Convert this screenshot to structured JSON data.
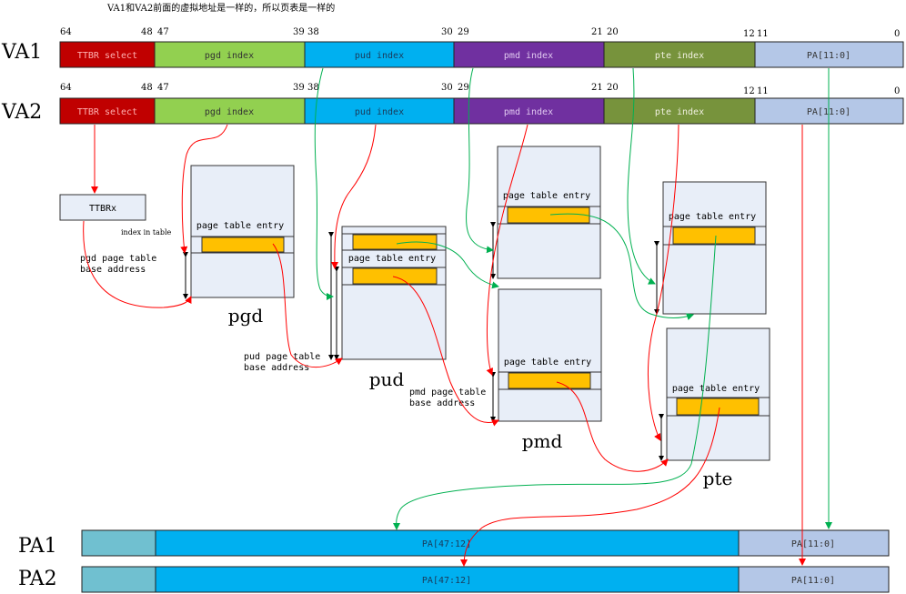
{
  "caption": "VA1和VA2前面的虚拟地址是一样的，所以页表是一样的",
  "va_rows": [
    {
      "name": "VA1",
      "cells": [
        "TTBR select",
        "pgd index",
        "pud index",
        "pmd index",
        "pte index",
        "PA[11:0]"
      ]
    },
    {
      "name": "VA2",
      "cells": [
        "TTBR select",
        "pgd index",
        "pud index",
        "pmd index",
        "pte index",
        "PA[11:0]"
      ]
    }
  ],
  "bit_labels": {
    "VA1": [
      "64",
      "48",
      "47",
      "39",
      "38",
      "30",
      "29",
      "21",
      "20",
      "12",
      "11",
      "0"
    ],
    "VA2": [
      "64",
      "48",
      "47",
      "39",
      "38",
      "30",
      "29",
      "21",
      "20",
      "12",
      "11",
      "0"
    ]
  },
  "ttbr_box": "TTBRx",
  "index_in_table": "index in table",
  "pgd_base_label": [
    "pgd page table",
    "base address"
  ],
  "pud_base_label": [
    "pud page table",
    "base address"
  ],
  "pmd_base_label": [
    "pmd page table",
    "base address"
  ],
  "tables": {
    "pgd": {
      "name": "pgd",
      "entry": "page table entry"
    },
    "pud": {
      "name": "pud",
      "entry": "page table entry"
    },
    "pmd_top": {
      "entry": "page table entry"
    },
    "pmd": {
      "name": "pmd",
      "entry": "page table entry"
    },
    "pte_top": {
      "entry": "page table entry"
    },
    "pte": {
      "name": "pte",
      "entry": "page table entry"
    }
  },
  "pa_rows": [
    {
      "name": "PA1",
      "high": "PA[47:12]",
      "low": "PA[11:0]"
    },
    {
      "name": "PA2",
      "high": "PA[47:12]",
      "low": "PA[11:0]"
    }
  ],
  "colors": {
    "ttbr": "#c00000",
    "pgd": "#92d050",
    "pud": "#00b0f0",
    "pmd": "#7030a0",
    "pte": "#77933c",
    "pa_low": "#b4c7e7",
    "pa_high": "#00b0f0",
    "pa_pad": "#70c0d0",
    "table_bg": "#e8eef8",
    "entry": "#ffc000",
    "red_arrow": "#ff0000",
    "green_arrow": "#00b050"
  }
}
